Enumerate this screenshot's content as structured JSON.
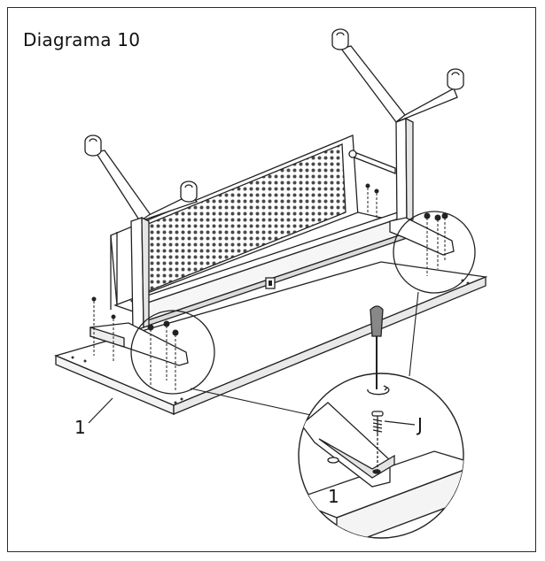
{
  "diagram": {
    "title": "Diagrama 10",
    "labels": {
      "tabletop": "1",
      "screw": "J",
      "detail_tabletop": "1"
    }
  }
}
